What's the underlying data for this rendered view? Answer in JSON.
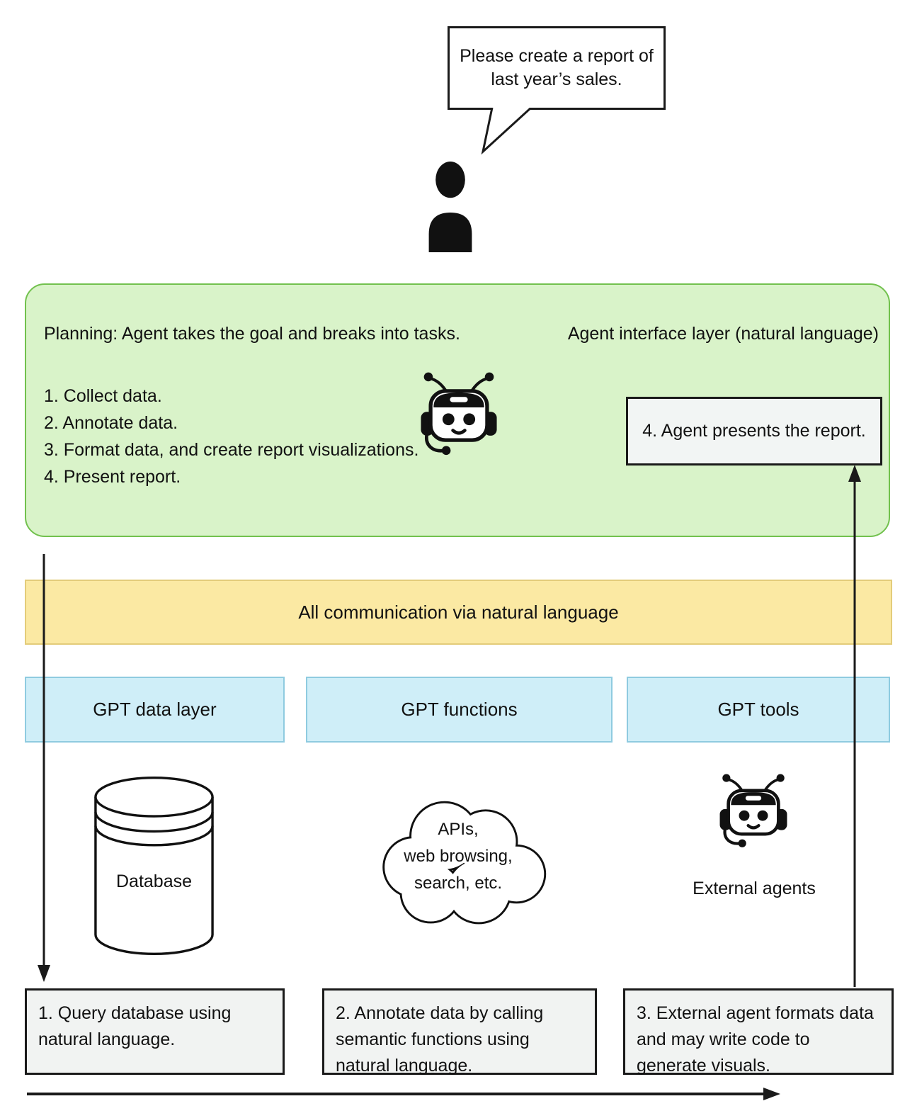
{
  "speech_bubble": {
    "lines": [
      "Please create a report of",
      "last year’s sales."
    ]
  },
  "planning": {
    "title": "Planning: Agent takes the goal and breaks into tasks.",
    "interface_label": "Agent interface layer (natural language)",
    "tasks": [
      "1. Collect data.",
      "2. Annotate data.",
      "3. Format data, and create report visualizations.",
      "4. Present report."
    ],
    "present_report": "4. Agent presents the report."
  },
  "banner": {
    "text": "All communication via natural language"
  },
  "layers": {
    "data_layer": "GPT data layer",
    "functions": "GPT functions",
    "tools": "GPT tools"
  },
  "resources": {
    "database": "Database",
    "cloud_lines": [
      "APIs,",
      "web browsing,",
      "search, etc."
    ],
    "external_agents": "External agents"
  },
  "steps": {
    "query": "1. Query database using natural language.",
    "annotate": "2. Annotate data by calling semantic functions using natural language.",
    "format": "3. External agent formats data and may write code to generate visuals."
  },
  "icons": {
    "person": "person-silhouette",
    "agent_robot": "robot-head-with-headset",
    "external_agent_robot": "robot-head-with-headset",
    "database": "database-cylinder",
    "cloud": "cloud-shape"
  },
  "colors": {
    "green_fill": "#d9f3c9",
    "green_border": "#72c14e",
    "yellow_fill": "#fbe9a3",
    "yellow_border": "#e3cc7a",
    "blue_fill": "#cfeef8",
    "blue_border": "#8fcbe0",
    "gray_fill": "#f1f3f2",
    "line_color": "#1a1a1a"
  }
}
